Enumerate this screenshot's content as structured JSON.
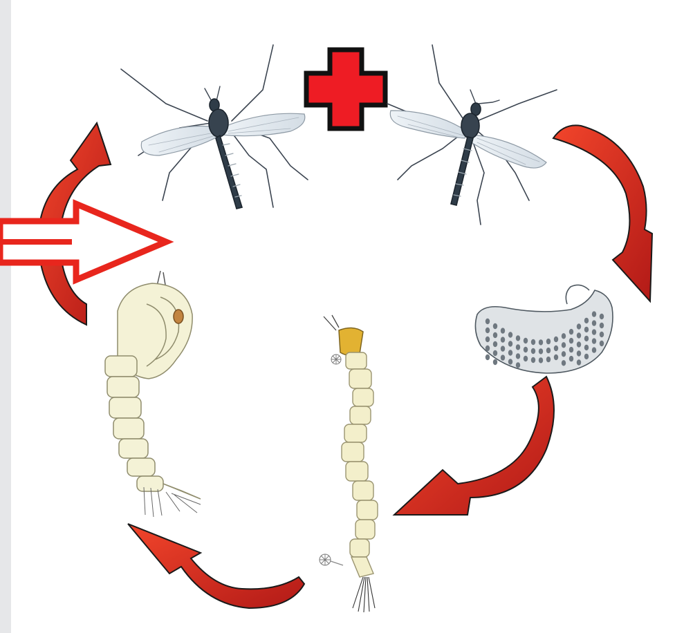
{
  "diagram": {
    "stages": [
      {
        "id": "adult-male",
        "icon": "mosquito-male-icon"
      },
      {
        "id": "adult-female",
        "icon": "mosquito-female-icon"
      },
      {
        "id": "egg-raft",
        "icon": "egg-raft-icon"
      },
      {
        "id": "larva",
        "icon": "larva-icon"
      },
      {
        "id": "pupa",
        "icon": "pupa-icon"
      }
    ],
    "symbols": {
      "plus": "red-plus-icon",
      "entry_arrow": "outline-arrow-icon"
    },
    "colors": {
      "background": "#ffffff",
      "page_edge": "#e6e7e9",
      "arrow_fill": "#e8261d",
      "arrow_dark": "#b21a17",
      "arrow_outline": "#1a1a1a",
      "plus_fill": "#ee1c24",
      "mosquito_body": "#2f3c48",
      "mosquito_wing": "#e6edf3",
      "egg_fill": "#dfe3e6",
      "egg_dot": "#6f7880",
      "larva_body": "#f3efcb",
      "larva_head": "#e2b232",
      "pupa_body": "#f4f2d6"
    }
  }
}
